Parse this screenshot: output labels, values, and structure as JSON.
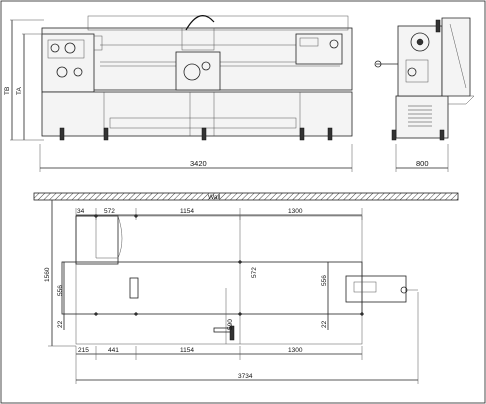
{
  "front_view": {
    "overall_length": "3420",
    "height_label_1": "TB",
    "height_label_2": "TA"
  },
  "side_view": {
    "width": "800"
  },
  "plan_view": {
    "wall_label": "Wall",
    "top_dims": [
      "34",
      "572",
      "1154",
      "1300"
    ],
    "bottom_dims": [
      "215",
      "441",
      "1154",
      "1300"
    ],
    "overall_length": "3734",
    "overall_depth": "1560",
    "left_inner_depth": "556",
    "left_bottom_gap": "22",
    "right_inner_depth": "556",
    "right_bottom_gap": "22",
    "center_dim_1": "572",
    "center_dim_2": "590"
  },
  "colors": {
    "line": "#222222",
    "hatch": "#444444",
    "background": "#ffffff"
  }
}
